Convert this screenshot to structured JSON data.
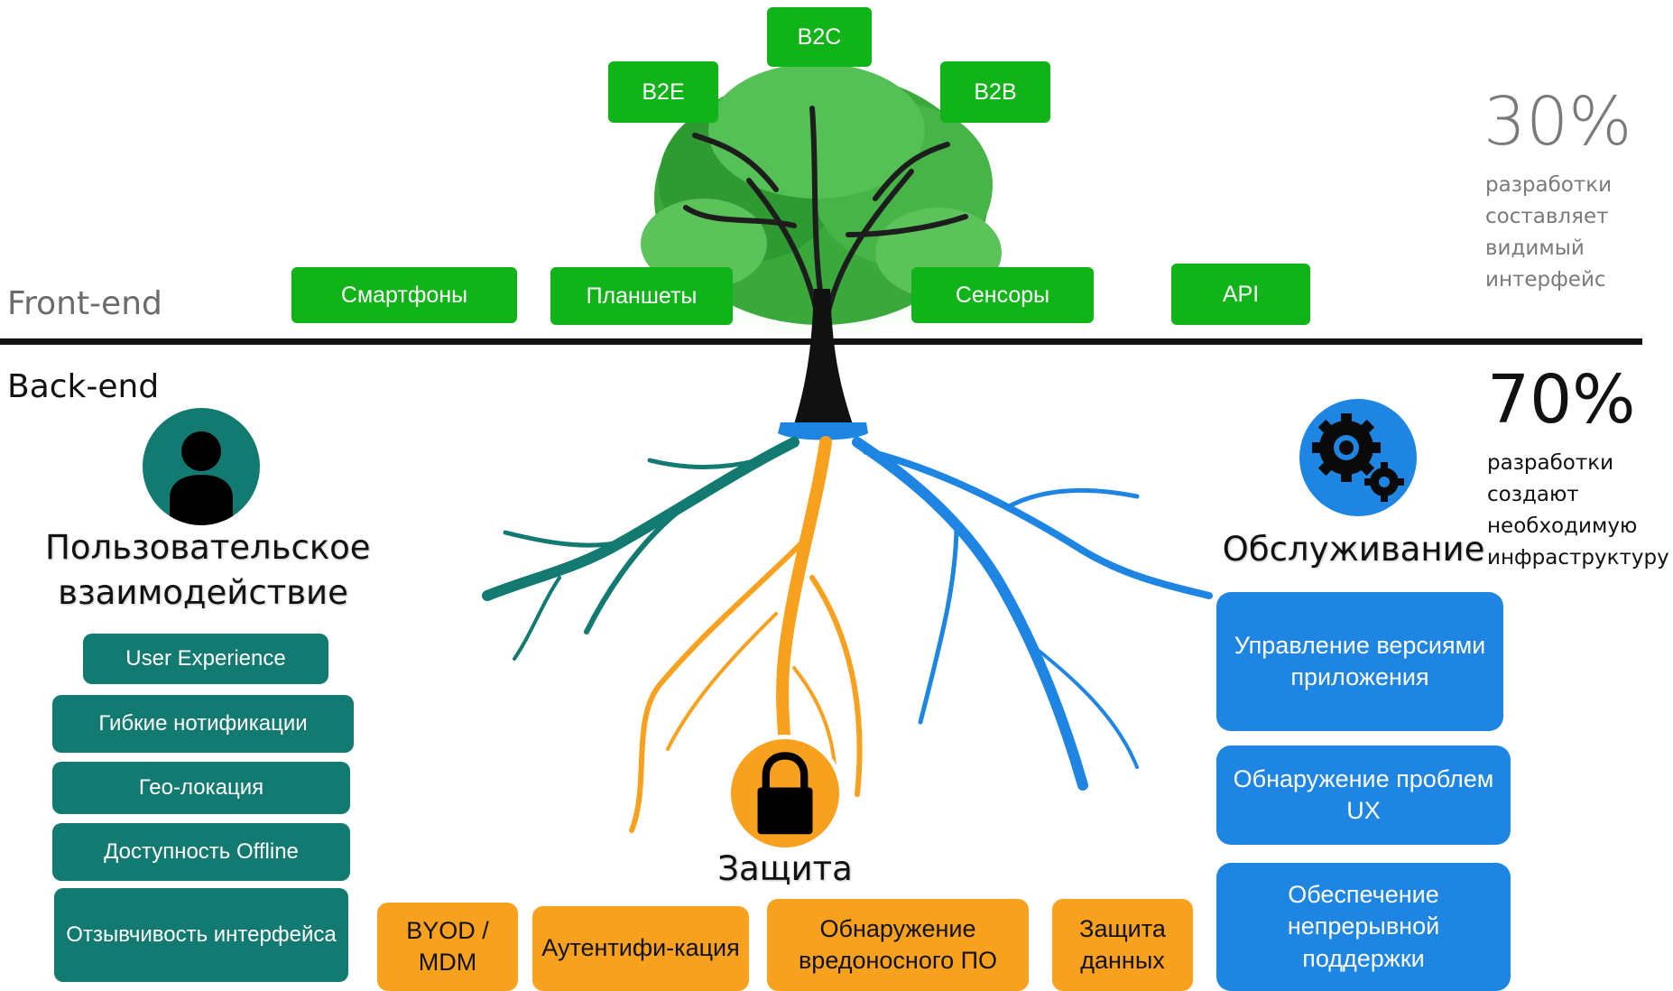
{
  "labels": {
    "frontend": "Front-end",
    "backend": "Back-end"
  },
  "stats": {
    "front_percent": "30%",
    "front_text": "разработки составляет видимый интерфейс",
    "back_percent": "70%",
    "back_text": "разработки создают необходимую инфраструктуру"
  },
  "branches": {
    "b2c": "B2C",
    "b2e": "B2E",
    "b2b": "B2B"
  },
  "channels": [
    "Смартфоны",
    "Планшеты",
    "Сенсоры",
    "API"
  ],
  "user_interaction": {
    "title": "Пользовательское взаимодействие",
    "icon": "person-icon",
    "items": [
      "User Experience",
      "Гибкие нотификации",
      "Гео-локация",
      "Доступность Offline",
      "Отзывчивость интерфейса"
    ]
  },
  "security": {
    "title": "Защита",
    "icon": "lock-icon",
    "items": [
      "BYOD / MDM",
      "Аутентифи-кация",
      "Обнаружение вредоносного ПО",
      "Защита данных"
    ]
  },
  "maintenance": {
    "title": "Обслуживание",
    "icon": "gears-icon",
    "items": [
      "Управление версиями приложения",
      "Обнаружение проблем UX",
      "Обеспечение непрерывной поддержки"
    ]
  },
  "colors": {
    "front": "#11b418",
    "user": "#127a70",
    "security": "#f7a11f",
    "maintenance": "#1e86e2",
    "divider": "#111111"
  }
}
